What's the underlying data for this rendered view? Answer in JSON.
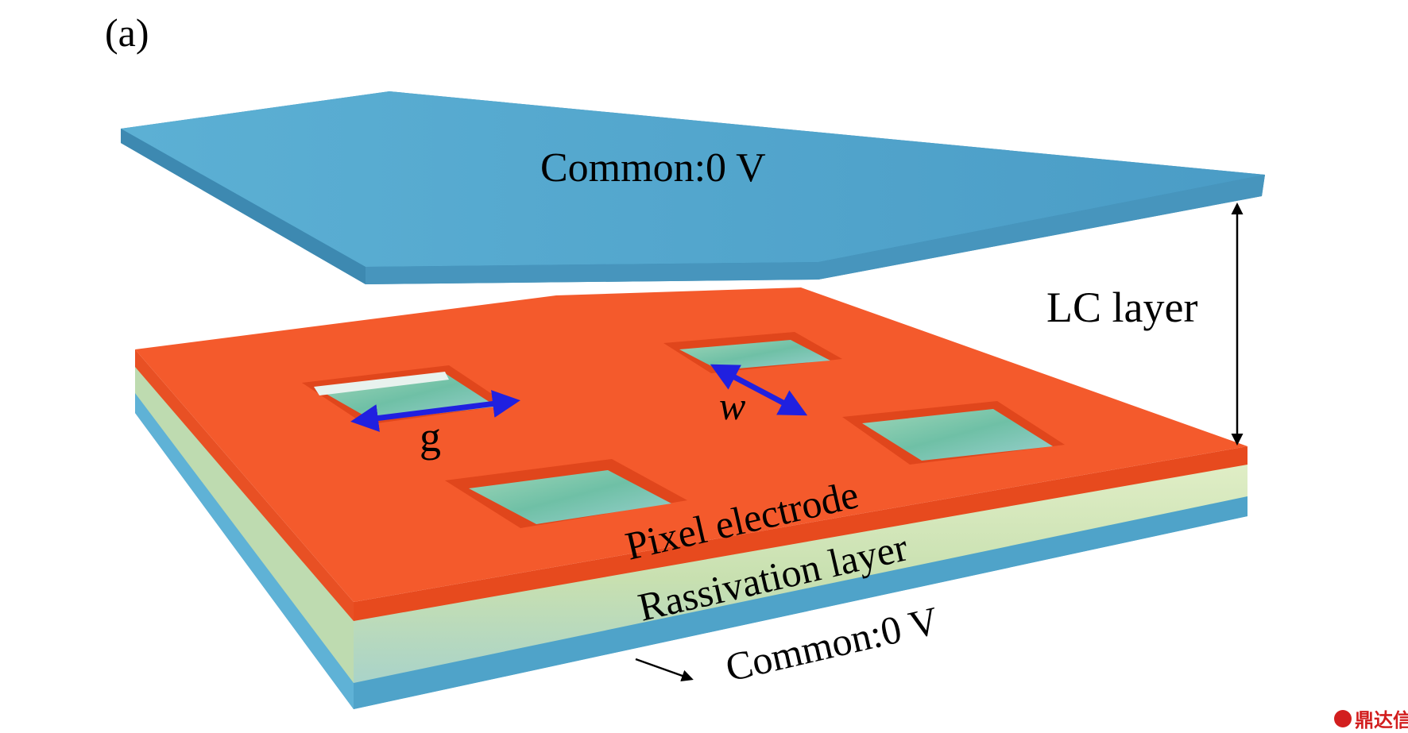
{
  "panel_label": "(a)",
  "labels": {
    "top_common": "Common:0 V",
    "lc_layer": "LC layer",
    "gap": "g",
    "width": "w",
    "pixel_electrode": "Pixel electrode",
    "passivation_layer": "Rassivation layer",
    "bottom_common": "Common:0 V"
  },
  "watermark": "鼎达信",
  "colors": {
    "common_electrode": "#4fa3c9",
    "pixel_electrode": "#f45a2c",
    "passivation": "#cfe3b4",
    "arrow_blue": "#2020e0",
    "arrow_black": "#000000"
  }
}
